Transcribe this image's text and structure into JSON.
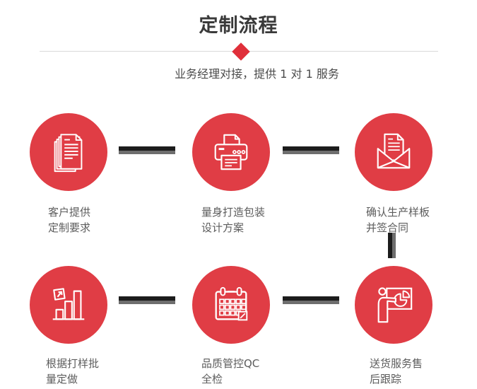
{
  "header": {
    "title": "定制流程",
    "subtitle": "业务经理对接，提供 1 对 1 服务"
  },
  "colors": {
    "accent_red": "#e03d45",
    "diamond_red": "#e02f3a",
    "connector_dark": "#1c1c1c",
    "connector_gray": "#6e6e6e",
    "title_text": "#3a3a3a",
    "subtitle_text": "#4a4a4a",
    "label_text": "#5c5c5c",
    "divider_line": "#d9d9d9",
    "background": "#ffffff",
    "icon_stroke": "#ffffff"
  },
  "steps": [
    {
      "icon": "documents-icon",
      "line1": "客户提供",
      "line2": "定制要求"
    },
    {
      "icon": "printer-icon",
      "line1": "量身打造包装",
      "line2": "设计方案"
    },
    {
      "icon": "envelope-letter-icon",
      "line1": "确认生产样板",
      "line2": "并签合同"
    },
    {
      "icon": "bar-chart-icon",
      "line1": "根据打样批",
      "line2": "量定做"
    },
    {
      "icon": "calendar-icon",
      "line1": "品质管控QC",
      "line2": "全检"
    },
    {
      "icon": "presenter-board-icon",
      "line1": "送货服务售",
      "line2": "后跟踪"
    }
  ]
}
